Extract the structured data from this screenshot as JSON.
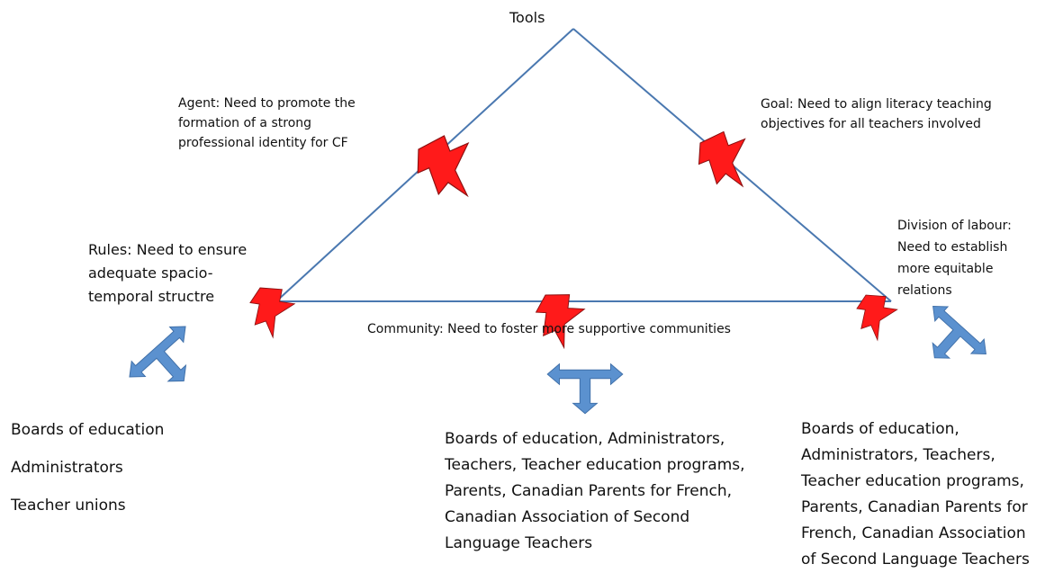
{
  "colors": {
    "triangle_line": "#4a78b0",
    "bolt_fill": "#ff1a1a",
    "bolt_stroke": "#8a1010",
    "arrow_fill": "#5b91cf",
    "arrow_stroke": "#3f6fa8"
  },
  "icons": {
    "tension": "lightning-bolt-icon",
    "actors": "three-way-arrow-icon"
  },
  "diagram": {
    "apex_label": "Tools",
    "agent": "Agent: Need to promote the formation of a strong professional identity for CF",
    "goal": "Goal: Need to align literacy teaching objectives for all teachers involved",
    "rules": "Rules: Need to ensure adequate spacio-temporal structre",
    "division": "Division of labour: Need to establish more equitable relations",
    "community": "Community: Need to foster more supportive communities"
  },
  "actors": {
    "left": [
      "Boards of education",
      "Administrators",
      "Teacher unions"
    ],
    "center": "Boards of education, Administrators, Teachers, Teacher education programs, Parents, Canadian Parents for French, Canadian Association of Second Language Teachers",
    "right": "Boards of education, Administrators, Teachers, Teacher education programs, Parents, Canadian Parents for French, Canadian Association of Second Language Teachers"
  }
}
